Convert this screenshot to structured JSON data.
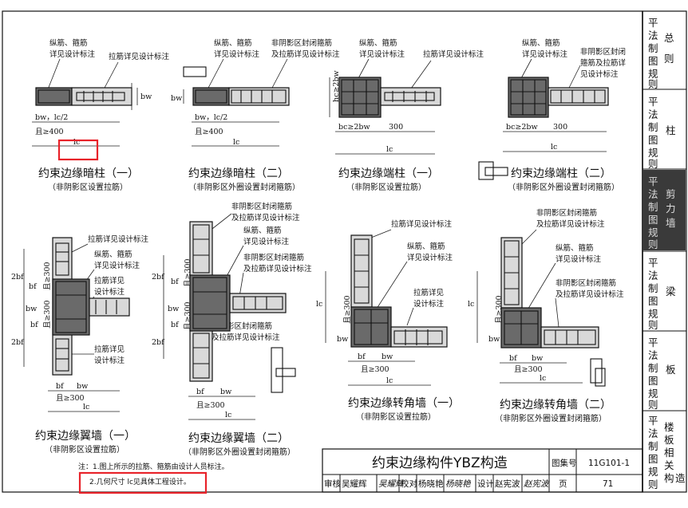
{
  "side_tabs": [
    {
      "chars": [
        "平",
        "法",
        "制",
        "图",
        "规",
        "则"
      ],
      "name": "总则"
    },
    {
      "chars": [
        "平",
        "法",
        "制",
        "图",
        "规",
        "则"
      ],
      "name": "柱"
    },
    {
      "chars": [
        "平",
        "法",
        "制",
        "图",
        "规",
        "则"
      ],
      "name": "剪力墙"
    },
    {
      "chars": [
        "平",
        "法",
        "制",
        "图",
        "规",
        "则"
      ],
      "name": "梁"
    },
    {
      "chars": [
        "平",
        "法",
        "制",
        "图",
        "规",
        "则"
      ],
      "name": "板"
    },
    {
      "chars": [
        "平",
        "法",
        "制",
        "图",
        "规",
        "则"
      ],
      "name": "楼板相关构造"
    }
  ],
  "figures": [
    {
      "title": "约束边缘暗柱（一）",
      "subtitle": "（非阴影区设置拉筋）"
    },
    {
      "title": "约束边缘暗柱（二）",
      "subtitle": "（非阴影区外圈设置封闭箍筋）"
    },
    {
      "title": "约束边缘端柱（一）",
      "subtitle": "（非阴影区设置拉筋）"
    },
    {
      "title": "约束边缘端柱（二）",
      "subtitle": "（非阴影区外圈设置封闭箍筋）"
    },
    {
      "title": "约束边缘翼墙（一）",
      "subtitle": "（非阴影区设置拉筋）"
    },
    {
      "title": "约束边缘翼墙（二）",
      "subtitle": "（非阴影区外圈设置封闭箍筋）"
    },
    {
      "title": "约束边缘转角墙（一）",
      "subtitle": "（非阴影区设置拉筋）"
    },
    {
      "title": "约束边缘转角墙（二）",
      "subtitle": "（非阴影区外圈设置封闭箍筋）"
    }
  ],
  "annotations": {
    "long_stirrup": "纵筋、箍筋",
    "see_design": "详见设计标注",
    "tie_see_design": "拉筋详见设计标注",
    "closed_stirrup_l1": "非阴影区封闭箍筋",
    "closed_stirrup_l2": "及拉筋详见设计标注",
    "tie_see": "拉筋详见",
    "design_note": "设计标注",
    "tie_detail_l1": "拉筋详见",
    "tie_detail_l2": "设计标注",
    "closed_short_l1": "非阴影区封闭",
    "closed_short_l2": "箍筋及拉筋详",
    "closed_short_l3": "见设计标注"
  },
  "dims": {
    "bw_lc2": "bw，lc/2",
    "ge400": "且≥400",
    "lc": "lc",
    "bc_2bw": "bc≥2bw",
    "n300": "300",
    "hc_2bw": "hc≥2bw",
    "bw": "bw",
    "bf": "bf",
    "two_bf": "2bf",
    "ge300": "且≥300"
  },
  "notes": {
    "line1": "注：1.图上所示的拉筋、箍筋由设计人员标注。",
    "line2": "2.几何尺寸 lc见具体工程设计。"
  },
  "title_block": {
    "title": "约束边缘构件YBZ构造",
    "atlas_label": "图集号",
    "atlas_no": "11G101-1",
    "review_label": "审核",
    "reviewer": "吴耀辉",
    "reviewer_sig": "吴耀辉",
    "check_label": "校对",
    "checker": "杨晓艳",
    "checker_sig": "杨晓艳",
    "design_label": "设计",
    "designer": "赵宪波",
    "designer_sig": "赵宪波",
    "page_label": "页",
    "page_no": "71"
  }
}
